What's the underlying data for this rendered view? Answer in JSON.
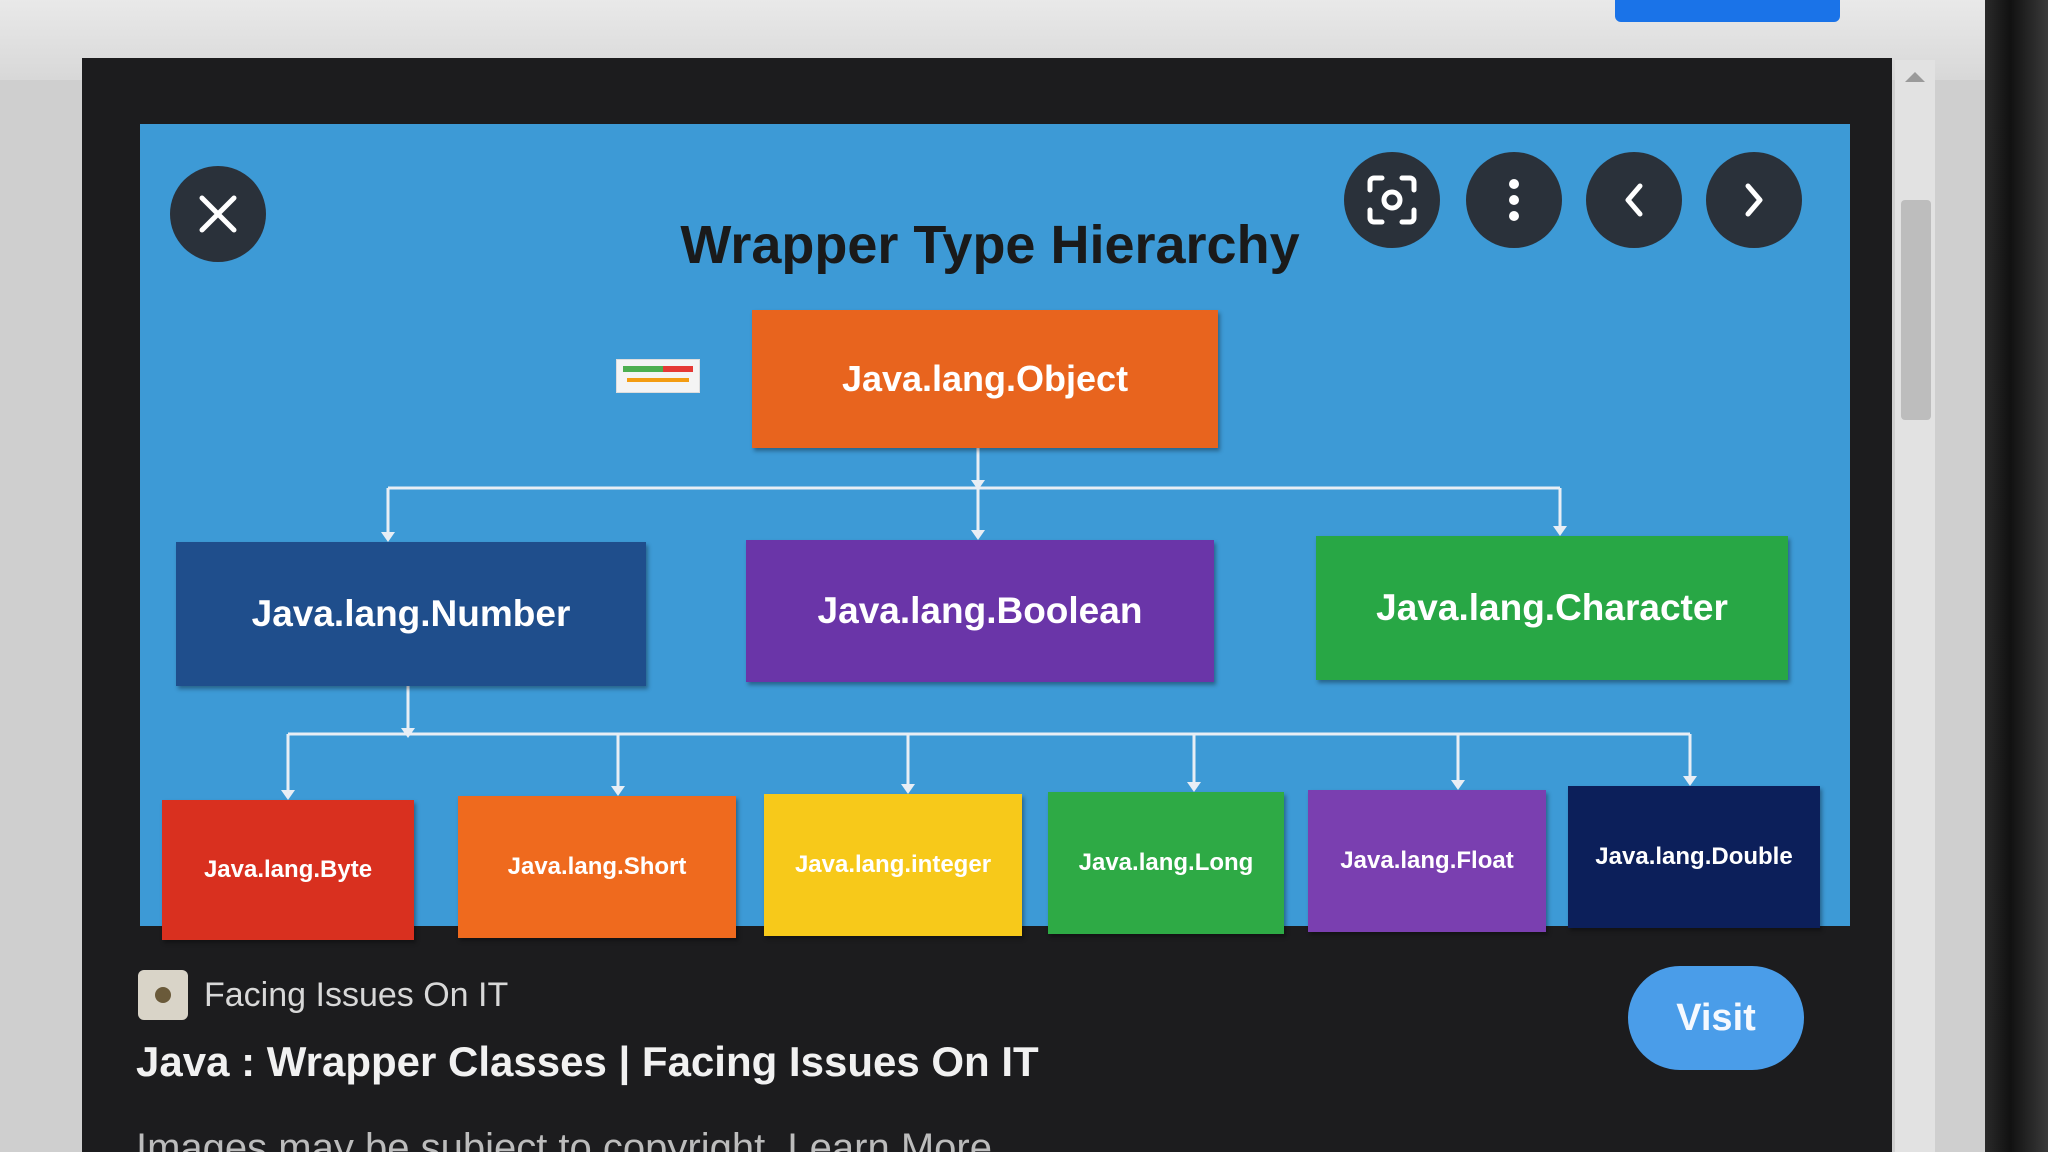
{
  "slide": {
    "title": "Wrapper Type Hierarchy",
    "root": "Java.lang.Object",
    "level1": [
      "Java.lang.Number",
      "Java.lang.Boolean",
      "Java.lang.Character"
    ],
    "level2": [
      "Java.lang.Byte",
      "Java.lang.Short",
      "Java.lang.integer",
      "Java.lang.Long",
      "Java.lang.Float",
      "Java.lang.Double"
    ],
    "colors": {
      "background": "#3d9ad6",
      "object": "#e8641e",
      "number": "#1f4e8c",
      "boolean": "#6a35a8",
      "character": "#28a745",
      "byte": "#d9301f",
      "short": "#ef6a1e",
      "integer": "#f7c91a",
      "long": "#2eaa45",
      "float": "#7a3fb0",
      "double": "#0c1f5a"
    }
  },
  "overlay": {
    "close_icon": "close-icon",
    "lens_icon": "lens-icon",
    "more_icon": "more-vert-icon",
    "prev_icon": "chevron-left-icon",
    "next_icon": "chevron-right-icon"
  },
  "footer": {
    "source_name": "Facing Issues On IT",
    "title": "Java : Wrapper Classes | Facing Issues On IT",
    "copyright": "Images may be subject to copyright. Learn More",
    "visit_label": "Visit"
  }
}
